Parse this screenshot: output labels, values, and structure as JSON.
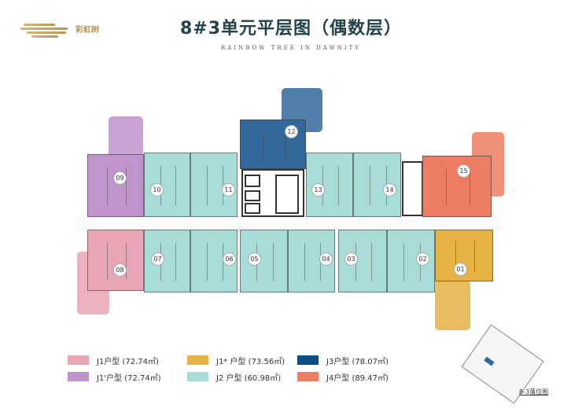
{
  "header": {
    "title": "8#3单元平层图（偶数层）",
    "subtitle": "RAINBOW TREE IN DAWNITY",
    "logo_text": "彩虹树"
  },
  "colors": {
    "J1": "#e8a6b4",
    "J1p": "#bf93cc",
    "J1s": "#e6b244",
    "J2": "#a8dcd8",
    "J3": "#33699a",
    "J4": "#ec7c62"
  },
  "units": [
    {
      "no": "01",
      "type": "J1s"
    },
    {
      "no": "02",
      "type": "J2"
    },
    {
      "no": "03",
      "type": "J2"
    },
    {
      "no": "04",
      "type": "J2"
    },
    {
      "no": "05",
      "type": "J2"
    },
    {
      "no": "06",
      "type": "J2"
    },
    {
      "no": "07",
      "type": "J2"
    },
    {
      "no": "08",
      "type": "J1"
    },
    {
      "no": "09",
      "type": "J1p"
    },
    {
      "no": "10",
      "type": "J2"
    },
    {
      "no": "11",
      "type": "J2"
    },
    {
      "no": "12",
      "type": "J3"
    },
    {
      "no": "13",
      "type": "J2"
    },
    {
      "no": "14",
      "type": "J2"
    },
    {
      "no": "15",
      "type": "J4"
    }
  ],
  "legend": [
    {
      "label": "J1户型 (72.74㎡)",
      "color": "#e8a6b4"
    },
    {
      "label": "J1'户型 (72.74㎡)",
      "color": "#bf93cc"
    },
    {
      "label": "J1* 户型 (73.56㎡)",
      "color": "#e6b244"
    },
    {
      "label": "J2 户型  (60.98㎡)",
      "color": "#a8dcd8"
    },
    {
      "label": "J3户型 (78.07㎡)",
      "color": "#0f4d85"
    },
    {
      "label": "J4户型 (89.47㎡)",
      "color": "#ec7c62"
    }
  ],
  "site_plan": {
    "caption": "8-3落位图"
  }
}
